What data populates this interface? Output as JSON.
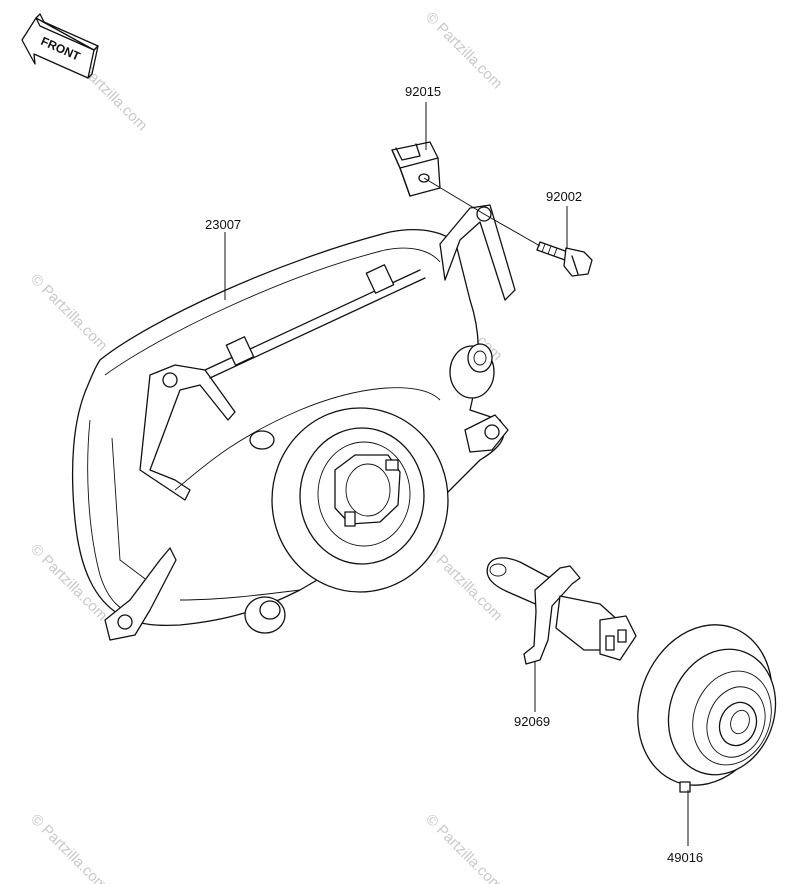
{
  "front_label": "FRONT",
  "watermark": "© Partzilla.com",
  "parts": {
    "headlight_unit": "23007",
    "bracket_clip": "92015",
    "bolt": "92002",
    "bulb": "92069",
    "socket_cover": "49016"
  }
}
